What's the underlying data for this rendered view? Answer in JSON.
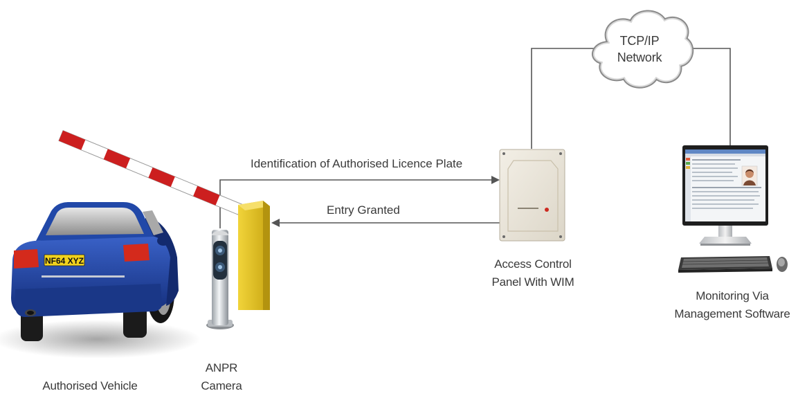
{
  "labels": {
    "vehicle": "Authorised Vehicle",
    "camera_line1": "ANPR",
    "camera_line2": "Camera",
    "panel_line1": "Access Control",
    "panel_line2": "Panel With WIM",
    "monitor_line1": "Monitoring Via",
    "monitor_line2": "Management Software",
    "network_line1": "TCP/IP",
    "network_line2": "Network"
  },
  "flows": {
    "identification": "Identification of Authorised Licence Plate",
    "entry": "Entry Granted"
  },
  "vehicle": {
    "plate": "NF64 XYZ"
  },
  "colors": {
    "car_body": "#1f3f9a",
    "barrier_red": "#cc1f1f",
    "barrier_housing": "#e6c21a",
    "line": "#555555",
    "plate_yellow": "#f2d21c"
  }
}
